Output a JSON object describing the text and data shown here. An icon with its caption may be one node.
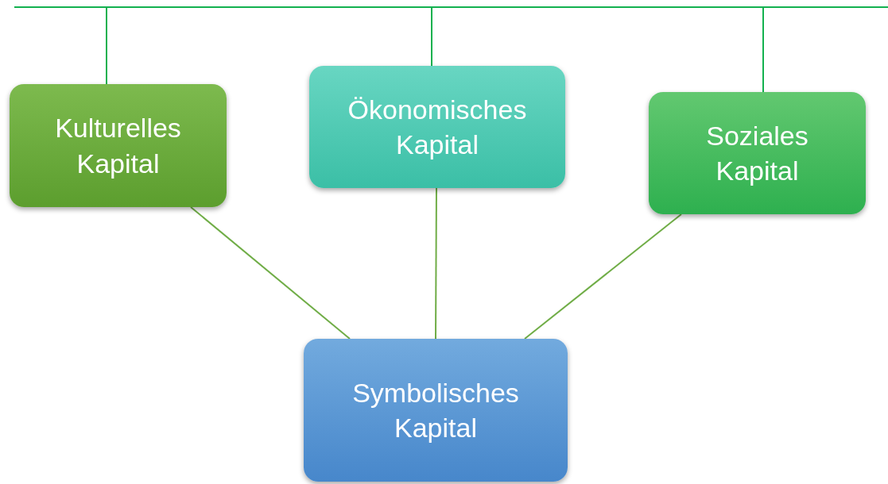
{
  "diagram": {
    "nodes": [
      {
        "text": [],
        "shape": "bar"
      },
      {
        "text": [
          "Kulturelles Kapital"
        ]
      },
      {
        "text": [
          "Ökonomisches Kapital"
        ]
      },
      {
        "text": [
          "Soziales Kapital"
        ]
      },
      {
        "text": [
          "Symbolisches Kapital"
        ]
      }
    ],
    "edges": [
      {
        "from": 0,
        "to": 1,
        "arrow": "none",
        "color": "#13b14f"
      },
      {
        "from": 0,
        "to": 2,
        "arrow": "none",
        "color": "#13b14f"
      },
      {
        "from": 0,
        "to": 3,
        "arrow": "none",
        "color": "#13b14f"
      },
      {
        "from": 1,
        "to": 4,
        "arrow": "none",
        "color": "#70ad47"
      },
      {
        "from": 2,
        "to": 4,
        "arrow": "none",
        "color": "#70ad47"
      },
      {
        "from": 3,
        "to": 4,
        "arrow": "none",
        "color": "#70ad47"
      }
    ]
  }
}
